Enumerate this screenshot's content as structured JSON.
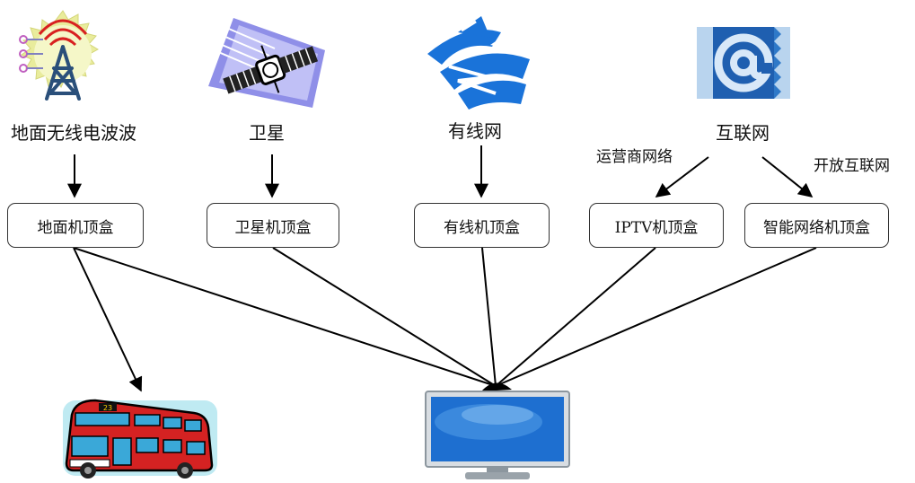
{
  "sources": {
    "terrestrial": "地面无线电波波",
    "satellite": "卫星",
    "cable": "有线网",
    "internet": "互联网"
  },
  "branches": {
    "operator": "运营商网络",
    "open": "开放互联网"
  },
  "boxes": {
    "terrestrial": "地面机顶盒",
    "satellite": "卫星机顶盒",
    "cable": "有线机顶盒",
    "iptv": "IPTV机顶盒",
    "smart": "智能网络机顶盒"
  },
  "bus_number": "23",
  "icons": [
    "radio-tower-icon",
    "satellite-icon",
    "cable-network-icon",
    "internet-at-icon",
    "bus-icon",
    "tv-icon"
  ]
}
